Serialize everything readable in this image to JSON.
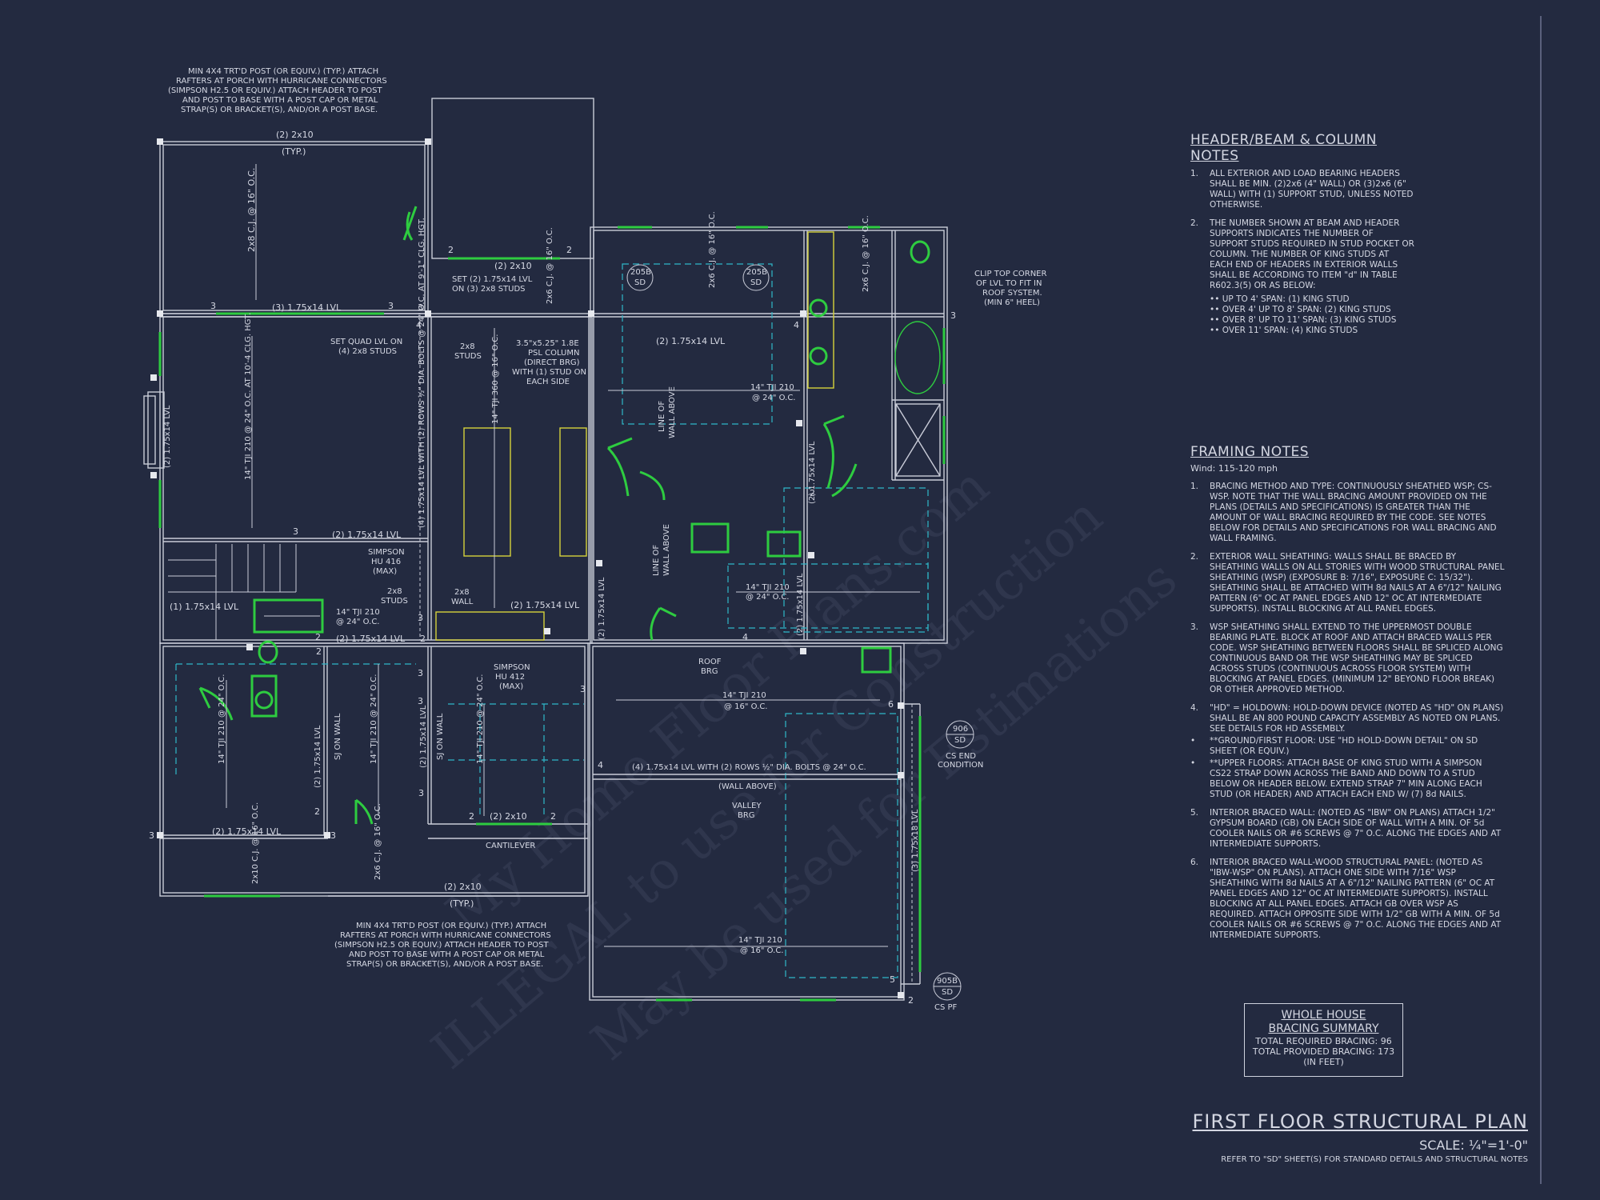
{
  "watermark": {
    "line1": "ILLEGAL to use for Construction",
    "line2": "© My Home Floor Plans.com",
    "line3": "May be used for Estimations"
  },
  "plan_labels": {
    "porch_post_top": [
      "MIN 4X4 TRT'D POST (OR EQUIV.) (TYP.) ATTACH",
      "RAFTERS AT PORCH WITH HURRICANE CONNECTORS",
      "(SIMPSON H2.5 OR EQUIV.) ATTACH HEADER TO POST",
      "AND POST TO BASE WITH A POST CAP OR METAL",
      "STRAP(S) OR BRACKET(S), AND/OR A POST BASE."
    ],
    "porch_post_bottom": [
      "MIN 4X4 TRT'D POST (OR EQUIV.) (TYP.) ATTACH",
      "RAFTERS AT PORCH WITH HURRICANE CONNECTORS",
      "(SIMPSON H2.5 OR EQUIV.) ATTACH HEADER TO POST",
      "AND POST TO BASE WITH A POST CAP OR METAL",
      "STRAP(S) OR BRACKET(S), AND/OR A POST BASE."
    ],
    "hdr_2x10_top": "(2) 2x10",
    "typ_top": "(TYP.)",
    "porch_cj": "2x8 C.J. @ 16\" O.C.",
    "lvl_3_top": "(3) 1.75x14 LVL",
    "hdr_2x10_mid": "(2) 2x10",
    "set_2": [
      "SET (2) 1.75x14 LVL",
      "ON (3) 2x8 STUDS"
    ],
    "cj_2x6_mid": "2x6 C.J. @ 16\" O.C.",
    "set_quad": [
      "SET QUAD LVL ON",
      "(4) 2x8 STUDS"
    ],
    "studs_2x8": [
      "2x8",
      "STUDS"
    ],
    "psl_col": [
      "3.5\"x5.25\" 1.8E",
      "PSL COLUMN",
      "(DIRECT BRG)",
      "WITH (1) STUD ON",
      "EACH SIDE"
    ],
    "tji_360": "14\" TJI 360 @ 16\" O.C.",
    "lvl_2_upper": "(2) 1.75x14 LVL",
    "sd_205b_a": [
      "205B",
      "SD"
    ],
    "sd_205b_b": [
      "205B",
      "SD"
    ],
    "cj_2x6_ba": "2x6 C.J. @ 16\" O.C.",
    "cj_2x6_bb": "2x6 C.J. @ 16\" O.C.",
    "clip_top": [
      "CLIP TOP CORNER",
      "OF LVL TO FIT IN",
      "ROOF SYSTEM.",
      "(MIN 6\" HEEL)"
    ],
    "tji_210_great": "14\" TJI 210 @ 24\" O.C. AT 10'-4 CLG. HGT.",
    "lvl_4_long": "(4) 1.75x14 LVL WITH (2) ROWS ½\" DIA. BOLTS @ 24\" O.C. AT 9'-1\" CLG. HGT.",
    "fp_lvl": "(2) 1.75x14 LVL",
    "tji_210_mid": [
      "14\" TJI 210",
      "@ 24\" O.C."
    ],
    "line_above": [
      "LINE OF",
      "WALL ABOVE"
    ],
    "lvl_2_v1": "(2) 1.75x14 LVL",
    "lvl_2_stair": "(2) 1.75x14 LVL",
    "simpson_416": [
      "SIMPSON",
      "HU 416",
      "(MAX)"
    ],
    "studs_2x8_b": [
      "2x8",
      "STUDS"
    ],
    "wall_2x8": [
      "2x8",
      "WALL"
    ],
    "lvl_1": "(1) 1.75x14 LVL",
    "tji_210_bath": [
      "14\" TJI 210",
      "@ 24\" O.C."
    ],
    "lvl_2_bath": "(2) 1.75x14 LVL",
    "lvl_2_kit": "(2) 1.75x14 LVL",
    "wall_above_b": [
      "LINE OF",
      "WALL ABOVE"
    ],
    "tji_210_laund": [
      "14\" TJI 210",
      "@ 24\" O.C."
    ],
    "lvl_2_v2": "(2) 1.75x14 LVL",
    "lvl_2_v3": "(2) 1.75x14 LVL",
    "simpson_412": [
      "SIMPSON",
      "HU 412",
      "(MAX)"
    ],
    "roof_brg": [
      "ROOF",
      "BRG"
    ],
    "tji_210_garage": [
      "14\" TJI 210",
      "@ 16\" O.C."
    ],
    "sd_906": [
      "906",
      "SD"
    ],
    "cs_end": [
      "CS END",
      "CONDITION"
    ],
    "tji_210_bed1": "14\" TJI 210 @ 24\" O.C.",
    "tji_210_bed2": "14\" TJI 210 @ 24\" O.C.",
    "tji_210_bed3": "14\" TJI 210 @ 24\" O.C.",
    "sj_wall_a": "SJ ON WALL",
    "sj_wall_b": "SJ ON WALL",
    "lvl_2_small": "(2) 1.75x14 LVL",
    "lvl_2_v4": "(2) 1.75x14 LVL",
    "lvl_4_bolts": "(4) 1.75x14 LVL WITH (2) ROWS ½\" DIA. BOLTS @ 24\" O.C.",
    "wall_above_c": "(WALL ABOVE)",
    "valley_brg": [
      "VALLEY",
      "BRG"
    ],
    "hdr_2x10_bot": "(2) 2x10",
    "cantilever": "CANTILEVER",
    "lvl_2_bot": "(2) 1.75x14 LVL",
    "cj_2x10": "2x10 C.J. @ 16\" O.C.",
    "cj_2x6_bot": "2x6 C.J. @ 16\" O.C.",
    "hdr_2x10_bot2": "(2) 2x10",
    "typ_bot": "(TYP.)",
    "lvl_3_garage": "(3) 1.75x18 LVL",
    "tji_210_g2": [
      "14\" TJI 210",
      "@ 16\" O.C."
    ],
    "sd_905b": [
      "905B",
      "SD"
    ],
    "cs_pf": "CS PF",
    "n2": "2",
    "n3": "3",
    "n4": "4",
    "n5": "5",
    "n6": "6"
  },
  "header_notes": {
    "title": "HEADER/BEAM & COLUMN NOTES",
    "items": [
      {
        "num": "1.",
        "text": "ALL EXTERIOR AND LOAD BEARING HEADERS SHALL BE MIN. (2)2x6 (4\" WALL) OR (3)2x6 (6\" WALL) WITH (1) SUPPORT STUD, UNLESS NOTED OTHERWISE."
      },
      {
        "num": "2.",
        "text": "THE NUMBER SHOWN AT BEAM AND HEADER SUPPORTS INDICATES THE NUMBER OF SUPPORT STUDS REQUIRED IN STUD POCKET OR COLUMN. THE NUMBER OF KING STUDS AT EACH END OF HEADERS IN EXTERIOR WALLS SHALL BE ACCORDING TO ITEM \"d\" IN TABLE R602.3(5) OR AS BELOW:"
      }
    ],
    "bullets": [
      "UP TO 4' SPAN: (1) KING STUD",
      "OVER 4' UP TO 8' SPAN: (2) KING STUDS",
      "OVER 8' UP TO 11' SPAN: (3) KING STUDS",
      "OVER 11' SPAN: (4) KING STUDS"
    ]
  },
  "framing_notes": {
    "title": "FRAMING NOTES",
    "wind": "Wind: 115-120 mph",
    "items": [
      {
        "num": "1.",
        "text": "BRACING METHOD AND TYPE: CONTINUOUSLY SHEATHED WSP; CS-WSP. NOTE THAT THE WALL BRACING AMOUNT PROVIDED ON THE PLANS (DETAILS AND SPECIFICATIONS) IS GREATER THAN THE AMOUNT OF WALL BRACING REQUIRED BY THE CODE. SEE NOTES BELOW FOR DETAILS AND SPECIFICATIONS FOR WALL BRACING AND WALL FRAMING."
      },
      {
        "num": "2.",
        "text": "EXTERIOR WALL SHEATHING: WALLS SHALL BE BRACED BY SHEATHING WALLS ON ALL STORIES WITH WOOD STRUCTURAL PANEL SHEATHING (WSP) (EXPOSURE B: 7/16\", EXPOSURE C: 15/32\"). SHEATHING SHALL BE ATTACHED WITH 8d NAILS AT A 6\"/12\" NAILING PATTERN (6\" OC AT PANEL EDGES AND 12\" OC AT INTERMEDIATE SUPPORTS). INSTALL BLOCKING AT ALL PANEL EDGES."
      },
      {
        "num": "3.",
        "text": "WSP SHEATHING SHALL EXTEND TO THE UPPERMOST DOUBLE BEARING PLATE. BLOCK AT ROOF AND ATTACH BRACED WALLS PER CODE. WSP SHEATHING BETWEEN FLOORS SHALL BE SPLICED ALONG CONTINUOUS BAND OR THE WSP SHEATHING MAY BE SPLICED ACROSS STUDS (CONTINUOUS ACROSS FLOOR SYSTEM) WITH BLOCKING AT PANEL EDGES. (MINIMUM 12\" BEYOND FLOOR BREAK) OR OTHER APPROVED METHOD."
      },
      {
        "num": "4.",
        "text": "\"HD\" = HOLDOWN: HOLD-DOWN DEVICE (NOTED AS \"HD\" ON PLANS) SHALL BE AN 800 POUND CAPACITY ASSEMBLY AS NOTED ON PLANS. SEE DETAILS FOR HD ASSEMBLY."
      },
      {
        "num": "•",
        "text": "**GROUND/FIRST FLOOR: USE \"HD HOLD-DOWN DETAIL\" ON SD SHEET (OR EQUIV.)"
      },
      {
        "num": "•",
        "text": "**UPPER FLOORS: ATTACH BASE OF KING STUD WITH A SIMPSON CS22 STRAP DOWN ACROSS THE BAND AND DOWN TO A STUD BELOW OR HEADER BELOW. EXTEND STRAP 7\" MIN ALONG EACH STUD (OR HEADER) AND ATTACH EACH END W/ (7) 8d NAILS."
      },
      {
        "num": "5.",
        "text": "INTERIOR BRACED WALL: (NOTED AS \"IBW\" ON PLANS) ATTACH 1/2\" GYPSUM BOARD (GB) ON EACH SIDE OF WALL WITH A MIN. OF 5d COOLER NAILS OR #6 SCREWS @ 7\" O.C. ALONG THE EDGES AND AT INTERMEDIATE SUPPORTS."
      },
      {
        "num": "6.",
        "text": "INTERIOR BRACED WALL-WOOD STRUCTURAL PANEL: (NOTED AS \"IBW-WSP\" ON PLANS). ATTACH ONE SIDE WITH 7/16\" WSP SHEATHING WITH 8d NAILS AT A 6\"/12\" NAILING PATTERN (6\" OC AT PANEL EDGES AND 12\" OC AT INTERMEDIATE SUPPORTS). INSTALL BLOCKING AT ALL PANEL EDGES. ATTACH GB OVER WSP AS REQUIRED. ATTACH OPPOSITE SIDE WITH 1/2\" GB WITH A MIN. OF 5d COOLER NAILS OR #6 SCREWS @ 7\" O.C. ALONG THE EDGES AND AT INTERMEDIATE SUPPORTS."
      }
    ]
  },
  "bracing_summary": {
    "title_1": "WHOLE HOUSE",
    "title_2": "BRACING SUMMARY",
    "required": "TOTAL REQUIRED BRACING: 96",
    "provided": "TOTAL PROVIDED BRACING: 173",
    "unit": "(IN FEET)"
  },
  "title_block": {
    "title": "FIRST FLOOR STRUCTURAL PLAN",
    "scale": "SCALE: ¼\"=1'-0\"",
    "ref": "REFER TO \"SD\" SHEET(S) FOR STANDARD DETAILS AND STRUCTURAL NOTES"
  },
  "colors": {
    "background": "#232a40",
    "lines": "#c9ccd8",
    "green": "#2ecc40",
    "yellow": "#d6d23a",
    "cyan": "#2fb8c8"
  }
}
